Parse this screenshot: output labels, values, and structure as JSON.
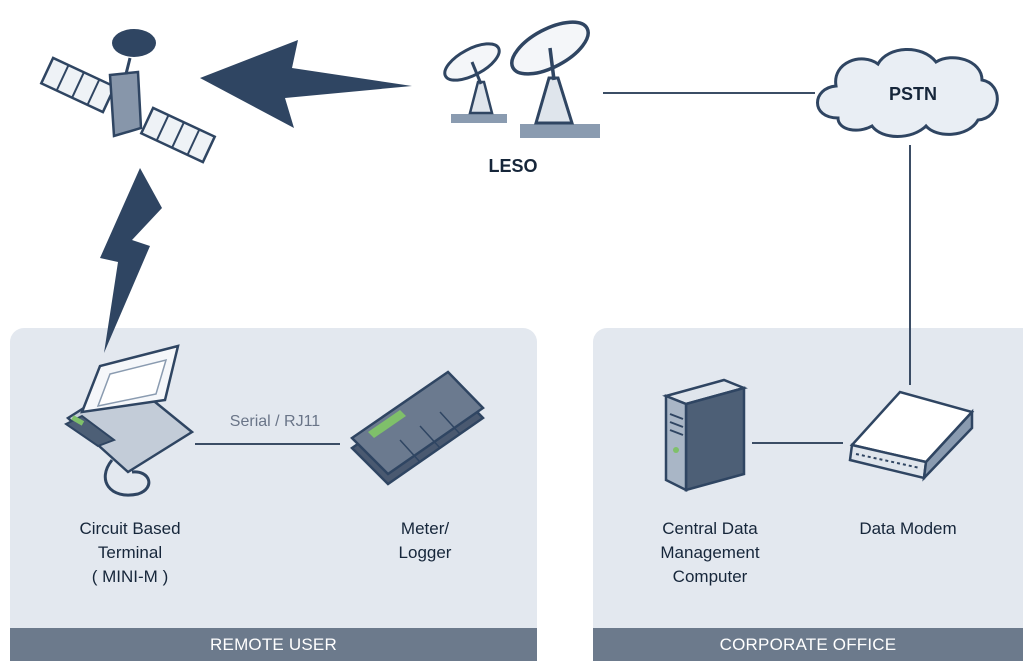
{
  "zones": {
    "remote_user": "REMOTE USER",
    "corporate_office": "CORPORATE OFFICE"
  },
  "nodes": {
    "leso": "LESO",
    "pstn": "PSTN",
    "terminal": "Circuit Based\nTerminal\n( MINI-M )",
    "meter": "Meter/\nLogger",
    "computer": "Central Data\nManagement\nComputer",
    "modem": "Data Modem"
  },
  "edges": {
    "terminal_meter": "Serial / RJ11"
  },
  "colors": {
    "panel": "#e3e8ef",
    "footer": "#6c7a8c",
    "lightning": "#2f4562",
    "line": "#3b4d65"
  },
  "icons": [
    "satellite-icon",
    "lightning-icon",
    "dish-icon",
    "cloud-icon",
    "terminal-icon",
    "logger-icon",
    "server-icon",
    "modem-icon"
  ]
}
